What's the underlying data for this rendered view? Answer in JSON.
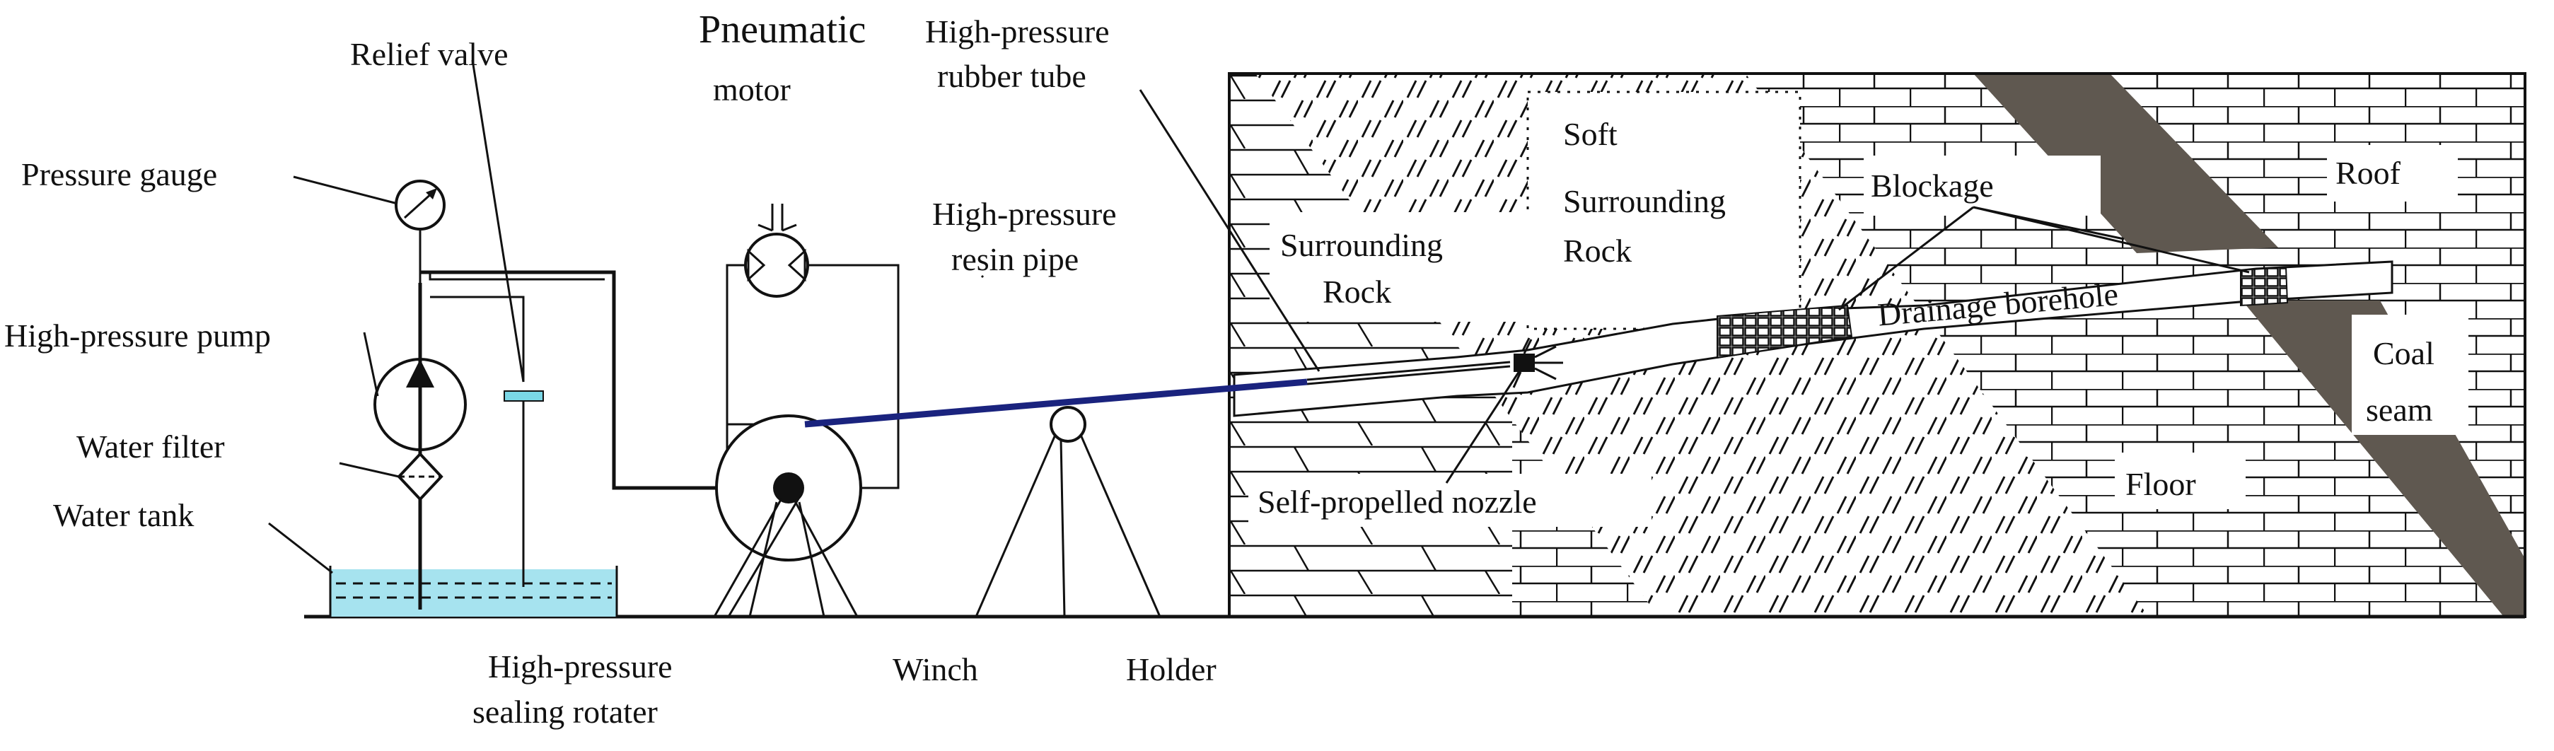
{
  "labels": {
    "relief_valve": "Relief valve",
    "pneumatic": "Pneumatic",
    "motor": "motor",
    "hp_rubber_1": "High-pressure",
    "hp_rubber_2": "rubber tube",
    "pressure_gauge": "Pressure gauge",
    "hp_resin_1": "High-pressure",
    "hp_resin_2": "resin pipe",
    "hp_pump": "High-pressure pump",
    "water_filter": "Water filter",
    "water_tank": "Water tank",
    "hp_rotater_1": "High-pressure",
    "hp_rotater_2": "sealing rotater",
    "winch": "Winch",
    "holder": "Holder",
    "surrounding_1": "Surrounding",
    "surrounding_2": "Rock",
    "soft_1": "Soft",
    "soft_2": "Surrounding",
    "soft_3": "Rock",
    "blockage": "Blockage",
    "roof": "Roof",
    "drainage": "Drainage borehole",
    "coal_1": "Coal",
    "coal_2": "seam",
    "nozzle": "Self-propelled nozzle",
    "floor": "Floor"
  },
  "colors": {
    "line": "#111111",
    "coal": "#5f5850",
    "water": "#a6e3ef",
    "resin_pipe": "#1a237e"
  }
}
